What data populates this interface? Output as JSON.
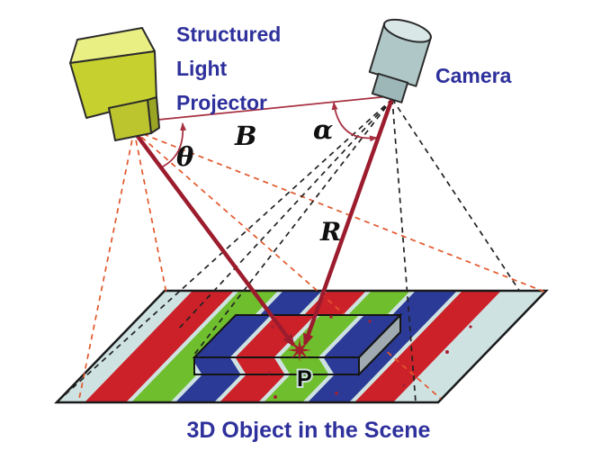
{
  "figure": {
    "title": "Structured light triangulation setup",
    "labels": {
      "projector_line1": "Structured",
      "projector_line2": "Light",
      "projector_line3": "Projector",
      "camera": "Camera",
      "baseline": "B",
      "angle_alpha": "α",
      "angle_theta": "θ",
      "ray": "R",
      "point": "P",
      "caption": "3D Object in the Scene"
    },
    "colors": {
      "label_blue": "#2e309c",
      "annotation_black": "#101010",
      "ray_red": "#9c1c2e",
      "thin_red": "#a83243",
      "projector_dash_orange": "#e2572b",
      "camera_dash_black": "#222222",
      "projector_body_yellow": "#c6d02f",
      "projector_top_yellow": "#e9ef83",
      "camera_body_gray": "#b0c7c8",
      "camera_top_gray": "#d9e7e7",
      "stripe_red": "#cc2128",
      "stripe_green": "#6fbe2d",
      "stripe_blue": "#2b3a96",
      "stripe_cyan": "#cfe2e2",
      "object_end_gray": "#9fabb0",
      "outline": "#1a1a1a"
    },
    "stripe_pattern_left_to_right": [
      "cyan",
      "red",
      "green",
      "blue",
      "red",
      "green",
      "blue",
      "red",
      "cyan"
    ],
    "geometry_notes": {
      "plane": "striped parallelogram scene plane",
      "object": "low rectangular slab on plane, stripes shifted by parallax",
      "point_p": "intersection of projector ray and camera ray on object"
    }
  }
}
